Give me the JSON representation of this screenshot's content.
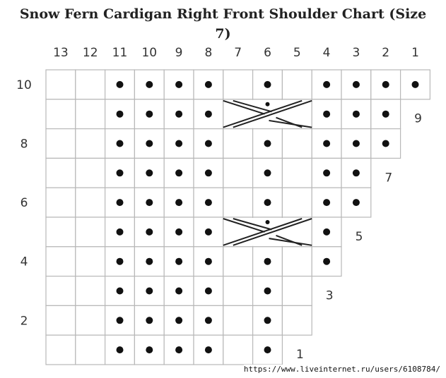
{
  "title": "Snow Fern Cardigan Right Front Shoulder Chart (Size 7)",
  "column_labels": [
    "13",
    "12",
    "11",
    "10",
    "9",
    "8",
    "7",
    "6",
    "5",
    "4",
    "3",
    "2",
    "1"
  ],
  "left_row_labels": [
    {
      "row": 10,
      "text": "10"
    },
    {
      "row": 8,
      "text": "8"
    },
    {
      "row": 6,
      "text": "6"
    },
    {
      "row": 4,
      "text": "4"
    },
    {
      "row": 2,
      "text": "2"
    }
  ],
  "right_row_labels": [
    {
      "row": 9,
      "text": "9"
    },
    {
      "row": 7,
      "text": "7"
    },
    {
      "row": 5,
      "text": "5"
    },
    {
      "row": 3,
      "text": "3"
    },
    {
      "row": 1,
      "text": "1"
    }
  ],
  "rows": [
    {
      "row": 10,
      "filled_to_col": 1,
      "purl_cols": [
        11,
        10,
        9,
        8,
        6,
        4,
        3,
        2,
        1
      ],
      "cable_cols": []
    },
    {
      "row": 9,
      "filled_to_col": 2,
      "purl_cols": [
        11,
        10,
        9,
        8,
        4,
        3,
        2
      ],
      "cable_cols": [
        7,
        6,
        5
      ]
    },
    {
      "row": 8,
      "filled_to_col": 2,
      "purl_cols": [
        11,
        10,
        9,
        8,
        6,
        4,
        3,
        2
      ],
      "cable_cols": []
    },
    {
      "row": 7,
      "filled_to_col": 3,
      "purl_cols": [
        11,
        10,
        9,
        8,
        6,
        4,
        3
      ],
      "cable_cols": []
    },
    {
      "row": 6,
      "filled_to_col": 3,
      "purl_cols": [
        11,
        10,
        9,
        8,
        6,
        4,
        3
      ],
      "cable_cols": []
    },
    {
      "row": 5,
      "filled_to_col": 4,
      "purl_cols": [
        11,
        10,
        9,
        8,
        4
      ],
      "cable_cols": [
        7,
        6,
        5
      ]
    },
    {
      "row": 4,
      "filled_to_col": 4,
      "purl_cols": [
        11,
        10,
        9,
        8,
        6,
        4
      ],
      "cable_cols": []
    },
    {
      "row": 3,
      "filled_to_col": 5,
      "purl_cols": [
        11,
        10,
        9,
        8,
        6
      ],
      "cable_cols": []
    },
    {
      "row": 2,
      "filled_to_col": 5,
      "purl_cols": [
        11,
        10,
        9,
        8,
        6
      ],
      "cable_cols": []
    },
    {
      "row": 1,
      "filled_to_col": 6,
      "purl_cols": [
        11,
        10,
        9,
        8,
        6
      ],
      "cable_cols": []
    }
  ],
  "watermark": "https://www.liveinternet.ru/users/6108784/",
  "colors": {
    "grid": "#b8b8b8",
    "symbol": "#111111"
  }
}
